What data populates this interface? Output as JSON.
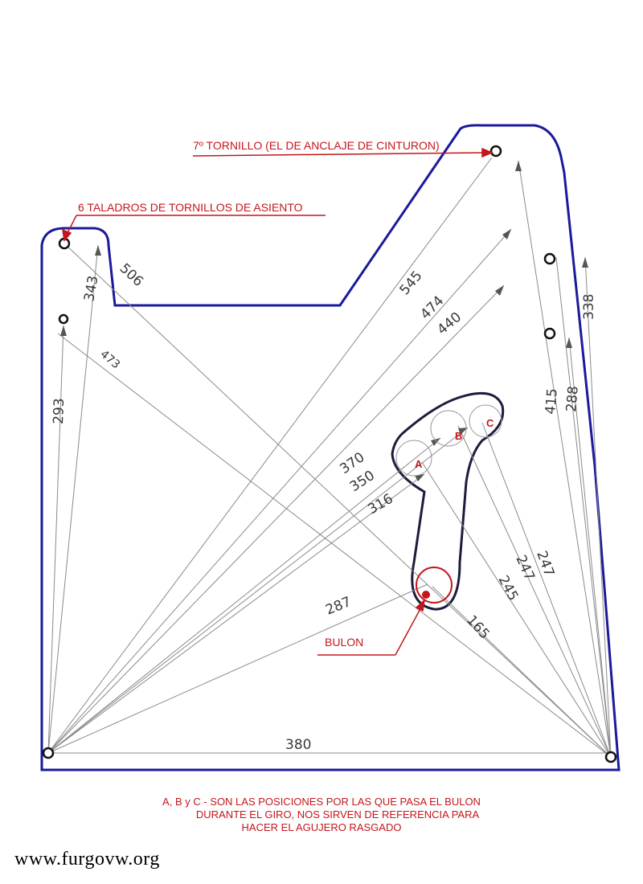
{
  "labels": {
    "belt_anchor": "7º TORNILLO (EL DE ANCLAJE DE CINTURON)",
    "seat_holes": "6 TALADROS DE TORNILLOS DE ASIENTO",
    "bulon": "BULON"
  },
  "positions": {
    "a": "A",
    "b": "B",
    "c": "C"
  },
  "dimensions": {
    "d343": "343",
    "d506": "506",
    "d545": "545",
    "d474": "474",
    "d440": "440",
    "d473": "473",
    "d293": "293",
    "d338": "338",
    "d415": "415",
    "d288": "288",
    "d370": "370",
    "d350": "350",
    "d316": "316",
    "d287": "287",
    "d247a": "247",
    "d247b": "247",
    "d245": "245",
    "d165": "165",
    "d380": "380"
  },
  "note": {
    "line1": "A, B y C - SON LAS POSICIONES POR LAS QUE PASA EL BULON",
    "line2": "DURANTE EL GIRO, NOS SIRVEN DE REFERENCIA PARA",
    "line3": "HACER EL AGUJERO RASGADO"
  },
  "watermark": "www.furgovw.org",
  "colors": {
    "outline": "#1a1a9c",
    "label": "#c4161c",
    "dimension_line": "#8a8a8a"
  }
}
